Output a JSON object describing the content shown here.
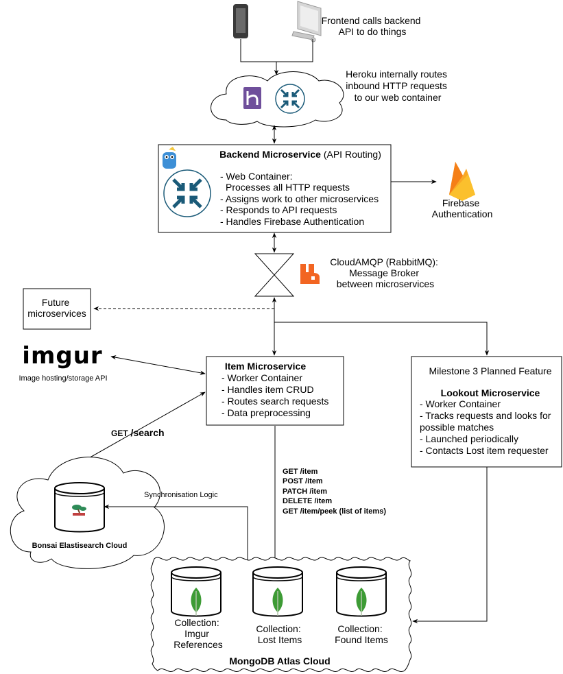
{
  "notes": {
    "frontend": [
      "Frontend calls backend",
      "API to do things"
    ],
    "heroku": [
      "Heroku internally routes",
      "inbound HTTP requests",
      "to our web container"
    ],
    "cloudamqp": [
      "CloudAMQP (RabbitMQ):",
      "Message Broker",
      "between microservices"
    ]
  },
  "backend": {
    "title": "Backend Microservice",
    "title_suffix": " (API Routing)",
    "lines": [
      "- Web Container:",
      "Processes all HTTP requests",
      "- Assigns work to other microservices",
      "- Responds to API requests",
      "- Handles Firebase Authentication"
    ]
  },
  "firebase": {
    "lines": [
      "Firebase",
      "Authentication"
    ]
  },
  "future": {
    "lines": [
      "Future",
      "microservices"
    ]
  },
  "imgur": {
    "logo": "imgur",
    "caption": "Image hosting/storage API"
  },
  "item_service": {
    "title": "Item Microservice",
    "lines": [
      "- Worker Container",
      "- Handles item CRUD",
      "- Routes search requests",
      "- Data preprocessing"
    ]
  },
  "lookout": {
    "pretitle": "Milestone 3 Planned Feature",
    "title": "Lookout Microservice",
    "lines": [
      "- Worker Container",
      "- Tracks requests and looks for",
      "possible matches",
      "- Launched periodically",
      "- Contacts Lost item requester"
    ]
  },
  "search_label": {
    "method": "GET",
    "path": " /search"
  },
  "sync_label": "Synchronisation Logic",
  "bonsai": {
    "label": "Bonsai Elastisearch Cloud"
  },
  "routes": [
    {
      "method": "GET",
      "path": " /item"
    },
    {
      "method": "POST",
      "path": " /item"
    },
    {
      "method": "PATCH",
      "path": " /item"
    },
    {
      "method": "DELETE",
      "path": " /item"
    },
    {
      "method": "GET",
      "path": " /item/peek (list of items)"
    }
  ],
  "collections": [
    {
      "lines": [
        "Collection:",
        "Imgur",
        "References"
      ]
    },
    {
      "lines": [
        "Collection:",
        "Lost Items"
      ]
    },
    {
      "lines": [
        "Collection:",
        "Found Items"
      ]
    }
  ],
  "mongo": {
    "label": "MongoDB Atlas Cloud"
  },
  "icons": [
    "phone-icon",
    "monitor-icon",
    "heroku-icon",
    "router-icon",
    "gopher-icon",
    "router-icon",
    "firebase-icon",
    "rabbitmq-icon",
    "imgur-logo",
    "database-icon",
    "bonsai-tree-icon",
    "mongodb-leaf-icon"
  ],
  "colors": {
    "router": "#1a5a78",
    "heroku": "#6f4f9b",
    "firebase": "#f9a825",
    "rabbitmq": "#f26522",
    "mongo_leaf": "#3d9b35"
  }
}
